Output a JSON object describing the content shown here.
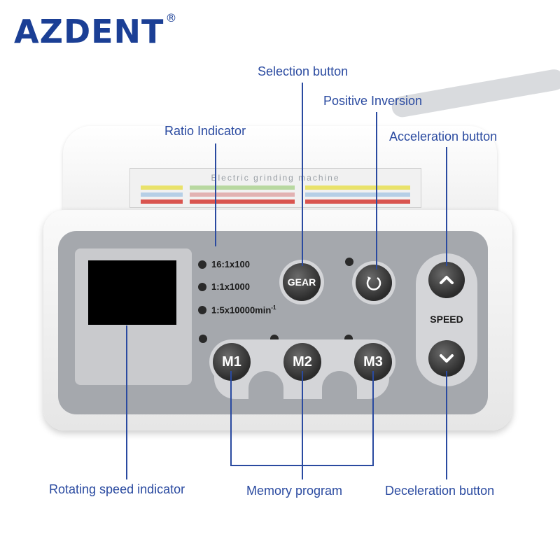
{
  "brand": {
    "name": "AZDENT",
    "mark": "®"
  },
  "callouts": {
    "selection": "Selection button",
    "positive_inversion": "Positive Inversion",
    "ratio_indicator": "Ratio Indicator",
    "acceleration": "Acceleration button",
    "rotating_speed": "Rotating speed indicator",
    "memory_program": "Memory program",
    "deceleration": "Deceleration button"
  },
  "sticker": {
    "title": "Electric grinding machine"
  },
  "ratios": [
    {
      "label": "16:1",
      "mult": "x100"
    },
    {
      "label": "1:1",
      "mult": "x1000"
    },
    {
      "label": "1:5",
      "mult": "x10000min",
      "sup": "-1"
    }
  ],
  "buttons": {
    "gear": "GEAR",
    "m1": "M1",
    "m2": "M2",
    "m3": "M3",
    "speed": "SPEED"
  },
  "colors": {
    "callout": "#2a4aa0",
    "brand": "#1b3f95",
    "panel": "#a5a8ad"
  }
}
